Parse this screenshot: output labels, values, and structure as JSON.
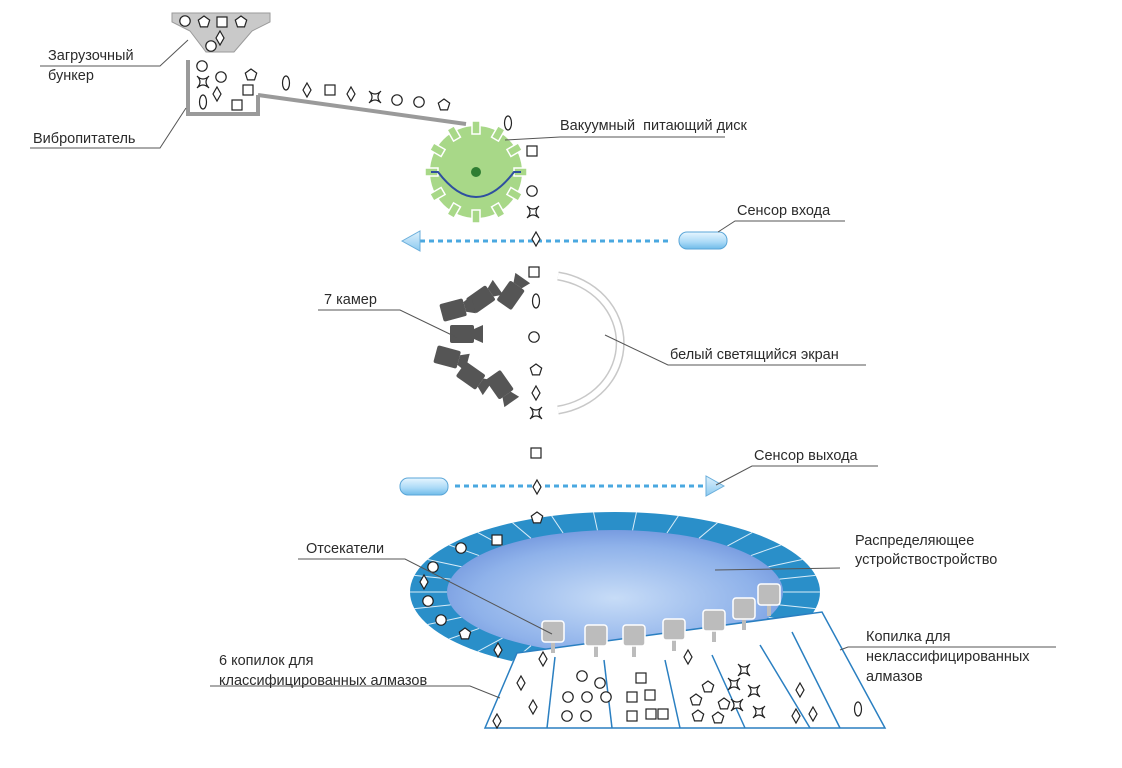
{
  "labels": {
    "hopper": [
      "Загрузочный",
      "бункер"
    ],
    "feeder": "Вибропитатель",
    "disk": "Вакуумный  питающий диск",
    "sensor_in": "Сенсор входа",
    "cameras": "7 камер",
    "screen": "белый светящийся экран",
    "sensor_out": "Сенсор выхода",
    "distributor": [
      "Распределяющее",
      "устройствостройство"
    ],
    "cutters": "Отсекатели",
    "sorted_bins": [
      "6 копилок для",
      "классифицированных алмазов"
    ],
    "unsorted_bin": [
      "Копилка для",
      "неклассифицированных",
      "алмазов"
    ]
  },
  "colors": {
    "disk": "#a8d888",
    "disk_arc": "#2f4fa0",
    "disk_hub": "#2e7d32",
    "sensor_beam": "#4aa8e0",
    "camera": "#555555",
    "ring": "#2a8fc9",
    "bin_outline": "#2a7fc1",
    "cutter": "#bcbcbc"
  },
  "counts": {
    "cameras": 7,
    "sorted_bins": 6,
    "unsorted_bins": 1
  }
}
